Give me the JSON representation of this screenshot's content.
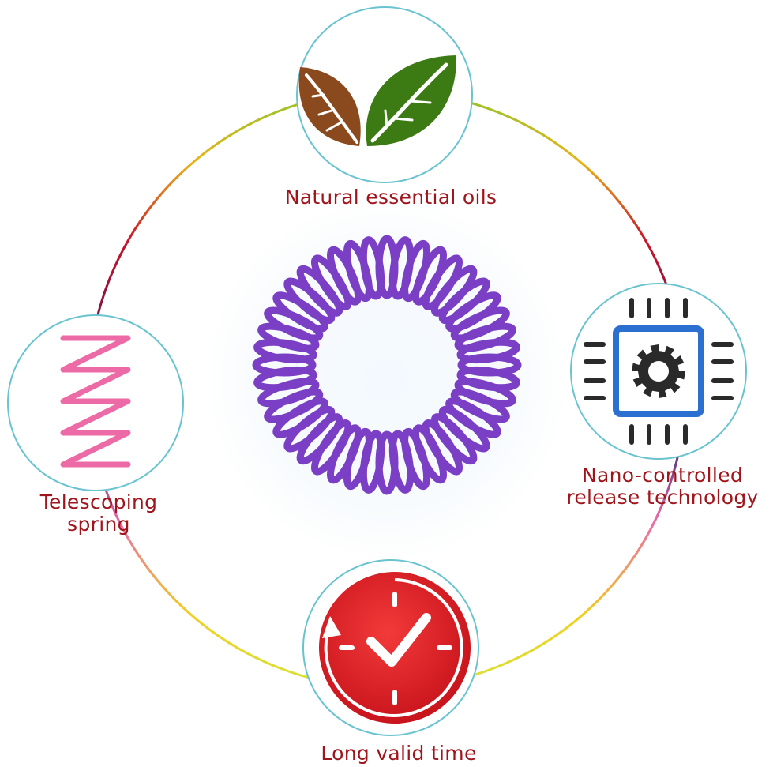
{
  "features": {
    "top": {
      "label": "Natural essential oils",
      "icon": "leaves-icon"
    },
    "right": {
      "line1": "Nano-controlled",
      "line2": "release technology",
      "icon": "chip-gear-icon"
    },
    "left": {
      "line1": "Telescoping",
      "line2": "spring",
      "icon": "spring-icon"
    },
    "bottom": {
      "label": "Long valid time",
      "icon": "clock-check-icon"
    }
  },
  "center": {
    "product": "bracelet",
    "icon": "spiral-bracelet-icon"
  },
  "colors": {
    "label": "#a0141c",
    "node_border": "#69c3d0",
    "bracelet": "#7a3fc4",
    "leaf_green": "#3c7a14",
    "leaf_brown": "#8a4a1e",
    "chip_blue": "#2b6fd1",
    "chip_dark": "#2a2a2a",
    "spring_pink": "#ec6aa6",
    "clock_red": "#e01e24"
  }
}
